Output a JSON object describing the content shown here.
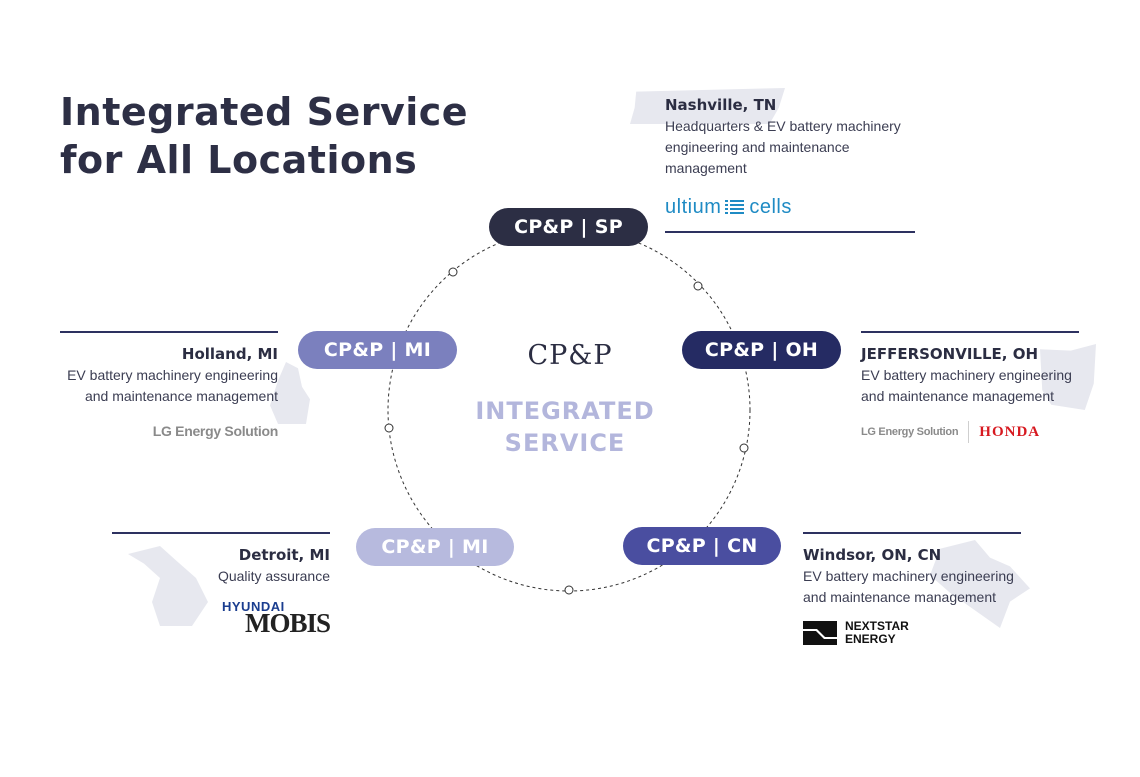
{
  "title": {
    "line1": "Integrated Service",
    "line2": "for All Locations"
  },
  "center": {
    "logo": "CP&P",
    "line1": "INTEGRATED",
    "line2": "SERVICE"
  },
  "nodes": {
    "sp": "CP&P | SP",
    "oh": "CP&P | OH",
    "cn": "CP&P | CN",
    "mi_holland": "CP&P | MI",
    "mi_detroit": "CP&P | MI"
  },
  "locations": {
    "nashville": {
      "name": "Nashville, TN",
      "desc1": "Headquarters & EV battery machinery",
      "desc2": "engineering and maintenance management",
      "logo_a": "ultium",
      "logo_b": "cells"
    },
    "holland": {
      "name": "Holland, MI",
      "desc1": "EV battery machinery engineering",
      "desc2": "and maintenance management",
      "logo": "LG Energy Solution"
    },
    "jeffersonville": {
      "name": "JEFFERSONVILLE, OH",
      "desc1": "EV battery machinery engineering",
      "desc2": "and maintenance management",
      "logo_a": "LG Energy Solution",
      "logo_b": "HONDA"
    },
    "detroit": {
      "name": "Detroit, MI",
      "desc1": "Quality assurance",
      "logo_a": "HYUNDAI",
      "logo_b": "MOBIS"
    },
    "windsor": {
      "name": "Windsor, ON, CN",
      "desc1": "EV battery machinery engineering",
      "desc2": "and maintenance management",
      "logo_a": "NEXTSTAR",
      "logo_b": "ENERGY"
    }
  },
  "colors": {
    "navy": "#2c2e44",
    "oh": "#252b63",
    "cn": "#4a4ea0",
    "mi_holland": "#7b80be",
    "mi_detroit": "#b7bade",
    "center_text": "#b3b6dc"
  }
}
